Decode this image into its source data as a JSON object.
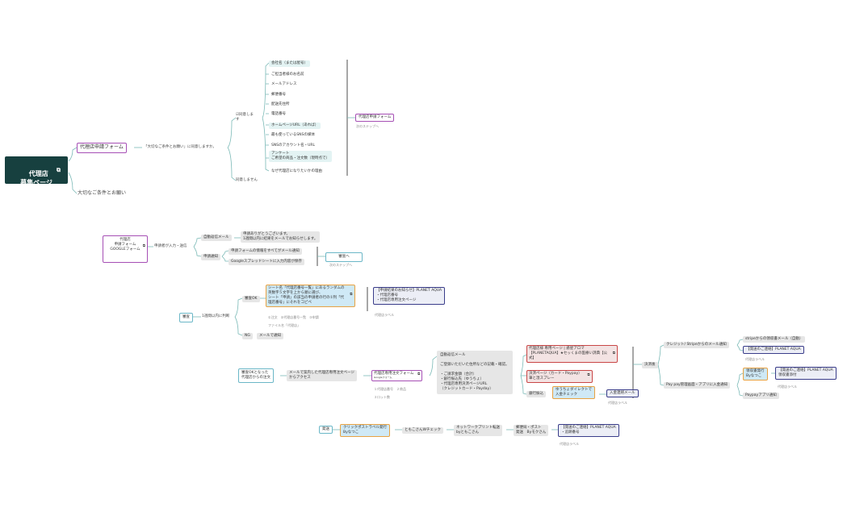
{
  "root": {
    "title": "代理店\n募集ページ",
    "icon": "external-link-icon"
  },
  "m1": {
    "form": "代理店申請フォーム",
    "question": "「大切なご条件とお願い」に同意しますか。",
    "agree": "同意しま\nす",
    "disagree": "同意しません",
    "fields": [
      "会社名（または屋号）",
      "ご担当者様のお名前",
      "メールアドレス",
      "郵便番号",
      "配送先住所",
      "電話番号",
      "ホームページURL（あれば）",
      "最も使っているSNSの媒体",
      "SNSのアカウント名・URL",
      "アンケート\nご希望の商品・注文数（現時点で）",
      "なぜ代理店になりたいかの理由"
    ],
    "result": "代理店申請フォーム",
    "next": "次のステップへ",
    "conditions": "大切なご条件とお願い"
  },
  "m2": {
    "form": "代理店\n申請フォーム\nGOOGLEフォーム",
    "step": "申請者が入力・送信",
    "auto": "自動返信メール",
    "auto_msg": "申請ありがとうございます。\n1週間以内に結果をメールでお知らせします。",
    "notify": "申請通知",
    "n1": "申請フォームの情報をすべてがメール通知",
    "n2": "Googleスプレッドシートに入力内容が保存",
    "review_link": "審査へ",
    "next": "次のステップへ"
  },
  "m3": {
    "review": "審査",
    "within": "1週間以内に判断",
    "ok": "審査OK",
    "ok_body": "シート名「代理店番号一覧」にあるランダムの\n英数字５文字を上から順に選び、\nシート「申請」の該当の申請者の行の①列「代\n理店番号」にそれをコピペ",
    "sub": "①注文　②代理店番号一覧　③申請",
    "file": "ファイル名「代理店」",
    "ng": "NG",
    "ng_mail": "メールで通知",
    "result": "【申請結果のお知らせ】PLANET AQUA\n・代理店番号\n・代理店専用注文ページ",
    "label": "代理店ラベル"
  },
  "m4": {
    "start": "審査OKとなった\n代理店からの注文",
    "access": "メールで案内した代理店専用注文ページ\nからアクセス",
    "form": "代理店専用注文フォーム",
    "form_sub": "Googleフォーム",
    "f1": "１代理店番号　２商品",
    "f2": "３ロット数",
    "auto": "自動返信メール\n\nご登録いただいた住所などの記載・確認。\n\n・ご請求金額（合計）\n・銀行振込先（ゆうちょ）\n・代理店専用決済ページURL\n（クレジットカード・Payday）",
    "page": "代理店様 専用ページ | 惑星アロマ\n【PLANETAQUA】★セッくまの医療い詩典【公\n式】",
    "pay": "決済ページ（カード・Paypay）\n筆と湿スプレー",
    "bank": "銀行振込",
    "bank_check": "ゆうちょダイレクトで\n入金チェック",
    "mail": "入金連絡メール",
    "label": "代理店ラベル",
    "settle": "決済後",
    "credit": "クレジット/ Stripeからのメール通知",
    "stripe": "stripeからの領収書メール（自動）",
    "ship_mail": "【発送のご連絡】PLANET AQUA",
    "label2": "代理店ラベル",
    "paypay": "Pay pay管理画面・アプリに入金通知",
    "receipt": "領収書発行\nByなつこ",
    "ship_mail2": "【発送のご連絡】PLANET AQUA\n領収書添付",
    "label3": "代理店ラベル",
    "paypay2": "Paypayアプリ通知"
  },
  "m5": {
    "ship": "発送",
    "click": "クリックポストラベル発行\nByなつこ",
    "check": "ともこさんWチェック",
    "network": "ネットワークプリント転送\nbyともこさん",
    "post": "郵便局・ポスト\n発送　Byモクさん",
    "mail": "【発送のご連絡】PLANET AQUA\n・追跡番号",
    "label": "代理店ラベル"
  }
}
